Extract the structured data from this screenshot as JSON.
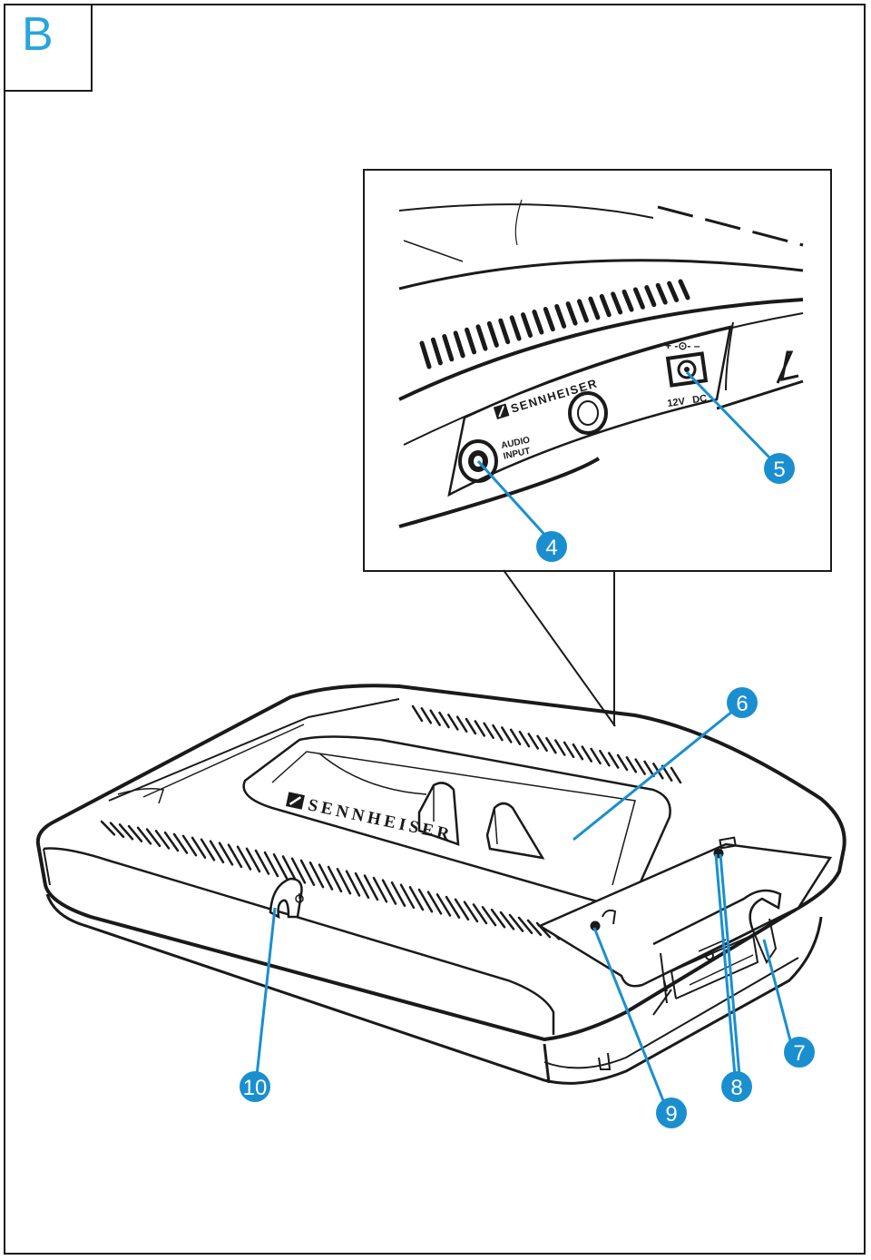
{
  "section_label": "B",
  "brand": "SENNHEISER",
  "ports": {
    "audio_input": [
      "AUDIO",
      "INPUT"
    ],
    "power": [
      "12V",
      "DC"
    ]
  },
  "callouts": [
    {
      "id": "4",
      "label": "4"
    },
    {
      "id": "5",
      "label": "5"
    },
    {
      "id": "6",
      "label": "6"
    },
    {
      "id": "7",
      "label": "7"
    },
    {
      "id": "8",
      "label": "8"
    },
    {
      "id": "9",
      "label": "9"
    },
    {
      "id": "10",
      "label": "10"
    }
  ],
  "colors": {
    "callout": "#1a8fd0",
    "letter": "#29a4dd",
    "line": "#1a1a1a"
  }
}
